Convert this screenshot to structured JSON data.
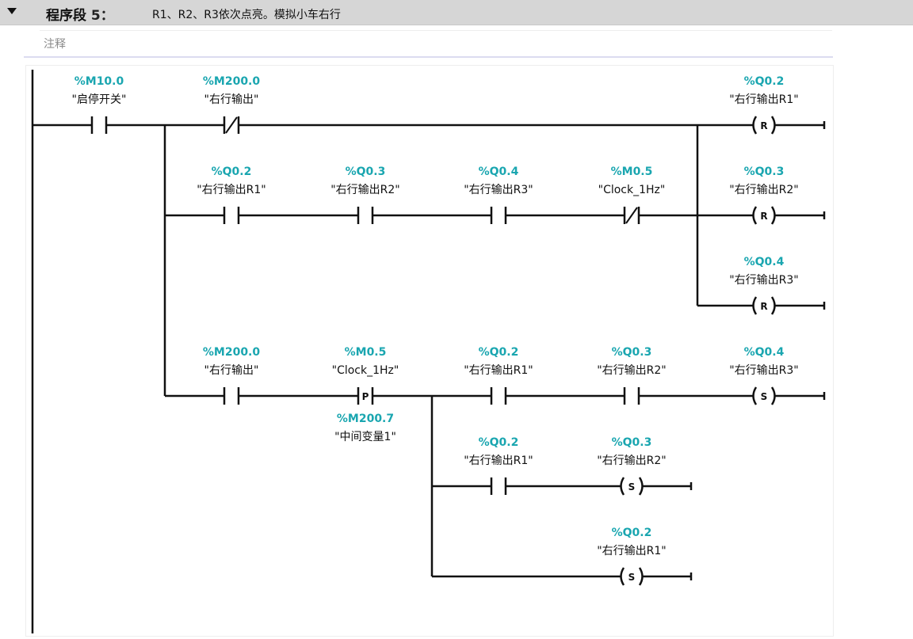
{
  "network": {
    "collapse_icon": "triangle-down-icon",
    "label": "程序段",
    "number": "5：",
    "description": "R1、R2、R3依次点亮。模拟小车右行",
    "comment_placeholder": "注释"
  },
  "ladder": {
    "rungs": [
      {
        "elements": [
          {
            "type": "NO",
            "address": "%M10.0",
            "symbol": "\"启停开关\""
          },
          {
            "type": "NC",
            "address": "%M200.0",
            "symbol": "\"右行输出\""
          },
          {
            "type": "R",
            "address": "%Q0.2",
            "symbol": "\"右行输出R1\""
          }
        ]
      },
      {
        "elements": [
          {
            "type": "NO",
            "address": "%Q0.2",
            "symbol": "\"右行输出R1\""
          },
          {
            "type": "NO",
            "address": "%Q0.3",
            "symbol": "\"右行输出R2\""
          },
          {
            "type": "NO",
            "address": "%Q0.4",
            "symbol": "\"右行输出R3\""
          },
          {
            "type": "NC",
            "address": "%M0.5",
            "symbol": "\"Clock_1Hz\""
          },
          {
            "type": "R",
            "address": "%Q0.3",
            "symbol": "\"右行输出R2\""
          }
        ]
      },
      {
        "elements": [
          {
            "type": "R",
            "address": "%Q0.4",
            "symbol": "\"右行输出R3\""
          }
        ]
      },
      {
        "elements": [
          {
            "type": "NO",
            "address": "%M200.0",
            "symbol": "\"右行输出\""
          },
          {
            "type": "P",
            "address": "%M0.5",
            "symbol": "\"Clock_1Hz\"",
            "edge_address": "%M200.7",
            "edge_symbol": "\"中间变量1\""
          },
          {
            "type": "NO",
            "address": "%Q0.2",
            "symbol": "\"右行输出R1\""
          },
          {
            "type": "NO",
            "address": "%Q0.3",
            "symbol": "\"右行输出R2\""
          },
          {
            "type": "S",
            "address": "%Q0.4",
            "symbol": "\"右行输出R3\""
          }
        ]
      },
      {
        "elements": [
          {
            "type": "NO",
            "address": "%Q0.2",
            "symbol": "\"右行输出R1\""
          },
          {
            "type": "S",
            "address": "%Q0.3",
            "symbol": "\"右行输出R2\""
          }
        ]
      },
      {
        "elements": [
          {
            "type": "S",
            "address": "%Q0.2",
            "symbol": "\"右行输出R1\""
          }
        ]
      }
    ]
  },
  "colors": {
    "address": "#1aa6b0",
    "wire": "#111111",
    "header_bg": "#d6d6d6"
  }
}
